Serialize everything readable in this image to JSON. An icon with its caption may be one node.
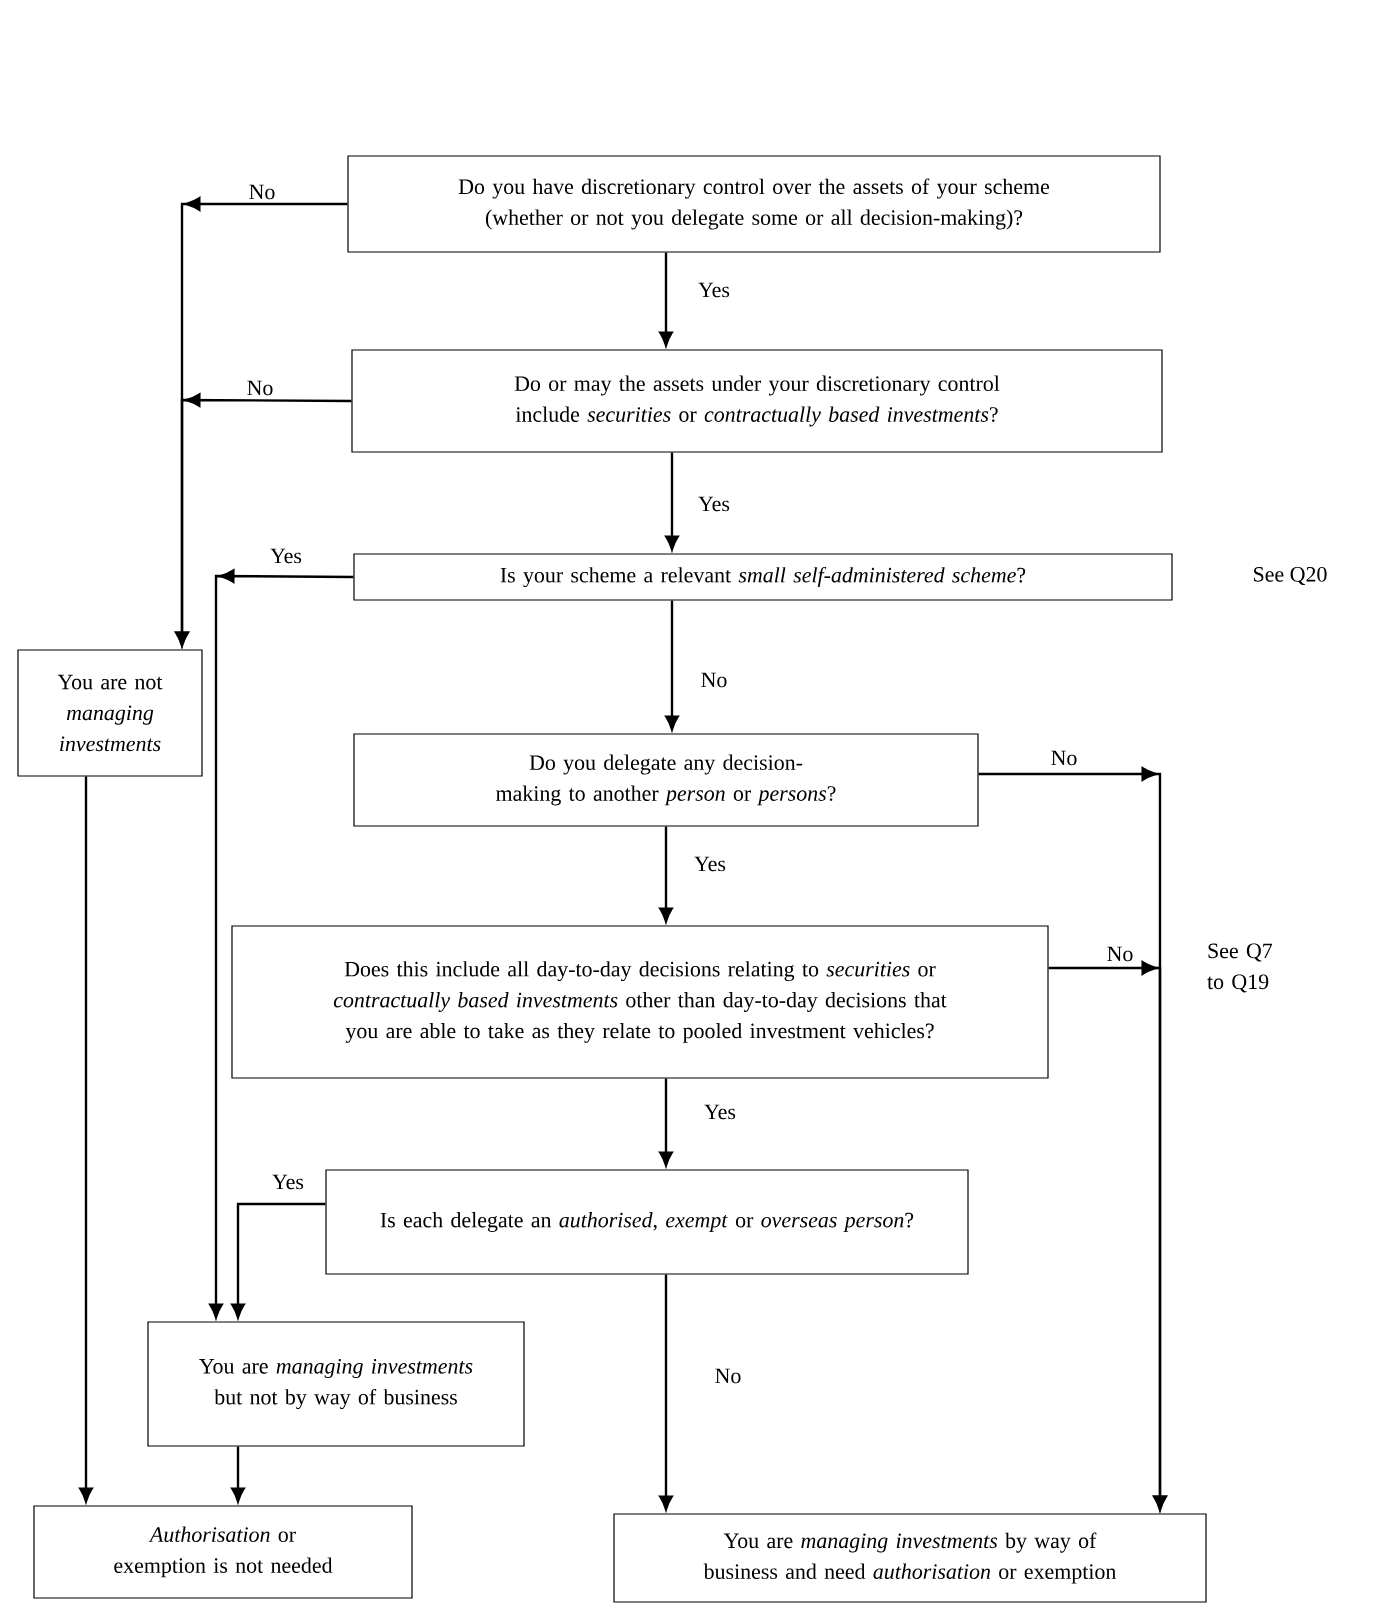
{
  "diagram": {
    "nodes": [
      {
        "text": [
          "Do you have discretionary control over the assets of your scheme (whether or not you delegate some or all decision-making)?"
        ]
      },
      {
        "text": [
          "Do or may the assets under your discretionary control include *securities* or *contractually based investments*?"
        ]
      },
      {
        "text": [
          "Is your scheme a relevant *small self-administered scheme*?"
        ],
        "beside": [
          "See Q20"
        ]
      },
      {
        "text": [
          "You are not *managing investments*"
        ]
      },
      {
        "text": [
          "Do you delegate any decision-making to another *person* or *persons*?"
        ]
      },
      {
        "text": [
          "Does this include all day-to-day decisions relating to *securities* or *contractually based investments* other than day-to-day decisions that you are able to take as they relate to pooled investment vehicles?"
        ]
      },
      {
        "text": [
          "Is each delegate an *authorised*, *exempt* or *overseas person*?"
        ]
      },
      {
        "text": [
          "You are *managing investments* but not by way of business"
        ]
      },
      {
        "text": [
          "*Authorisation* or exemption is not needed"
        ]
      },
      {
        "text": [
          "You are *managing investments* by way of business and need *authorisation* or exemption"
        ]
      }
    ],
    "edges": [
      {
        "from": 0,
        "to": 3,
        "arrow": "to",
        "label": "No"
      },
      {
        "from": 1,
        "to": 3,
        "arrow": "to",
        "label": "No"
      },
      {
        "from": 0,
        "to": 1,
        "arrow": "to",
        "label": "Yes"
      },
      {
        "from": 1,
        "to": 2,
        "arrow": "to",
        "label": "Yes"
      },
      {
        "from": 2,
        "to": 7,
        "arrow": "to",
        "label": "Yes"
      },
      {
        "from": 2,
        "to": 4,
        "arrow": "to",
        "label": "No"
      },
      {
        "from": 4,
        "to": 5,
        "arrow": "to",
        "label": "Yes"
      },
      {
        "from": 4,
        "to": 9,
        "arrow": "to",
        "label": "No"
      },
      {
        "from": 5,
        "to": 9,
        "arrow": "to",
        "label": "No"
      },
      {
        "from": 5,
        "to": 6,
        "arrow": "to",
        "label": "Yes"
      },
      {
        "from": 6,
        "to": 7,
        "arrow": "to",
        "label": "Yes"
      },
      {
        "from": 6,
        "to": 9,
        "arrow": "to",
        "label": "No"
      },
      {
        "from": 3,
        "to": 8,
        "arrow": "to"
      },
      {
        "from": 7,
        "to": 8,
        "arrow": "to"
      }
    ],
    "labels": [
      "See Q7 to Q19"
    ]
  }
}
